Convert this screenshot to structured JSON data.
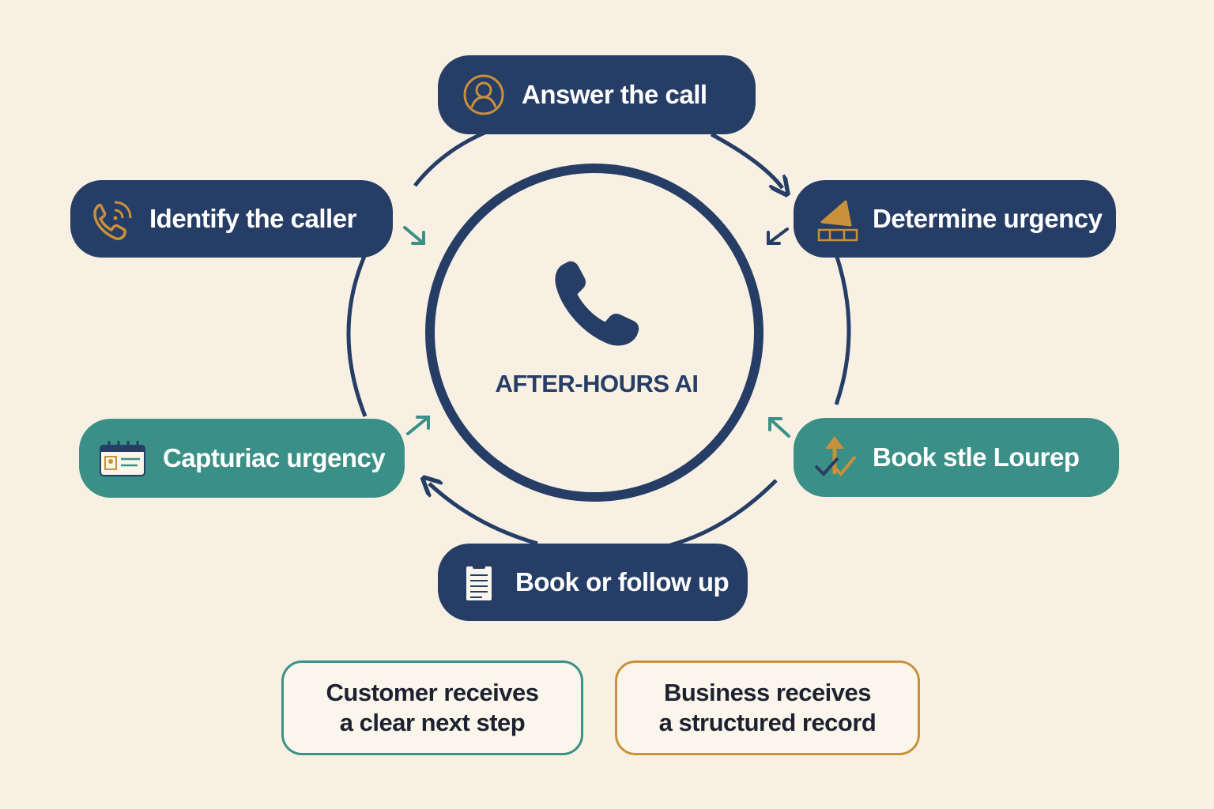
{
  "center": {
    "label": "AFTER-HOURS AI",
    "icon": "phone-icon"
  },
  "steps": [
    {
      "label": "Answer the call",
      "icon": "person-icon"
    },
    {
      "label": "Determine urgency",
      "icon": "warning-icon"
    },
    {
      "label": "Book stle Lourep",
      "icon": "checkmark-arrow-icon"
    },
    {
      "label": "Book or follow up",
      "icon": "clipboard-icon"
    },
    {
      "label": "Capturiac urgency",
      "icon": "calendar-card-icon"
    },
    {
      "label": "Identify the caller",
      "icon": "phone-ringing-icon"
    }
  ],
  "outcomes": [
    {
      "line1": "Customer receives",
      "line2": "a clear next step"
    },
    {
      "line1": "Business receives",
      "line2": "a structured record"
    }
  ],
  "colors": {
    "background": "#f8f1e3",
    "navy": "#263d66",
    "teal": "#3a8f86",
    "gold": "#c9913b"
  }
}
